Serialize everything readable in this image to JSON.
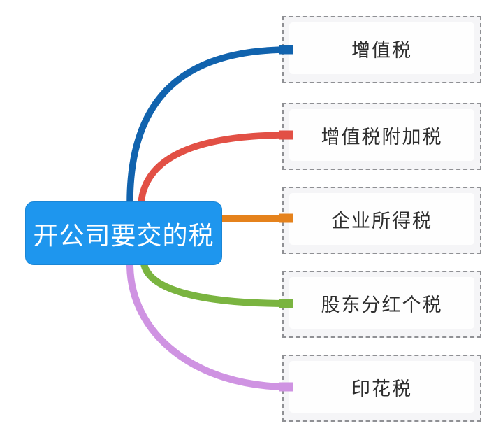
{
  "diagram": {
    "type": "mindmap",
    "root": {
      "label": "开公司要交的税",
      "bg_color": "#1e96ee",
      "text_color": "#ffffff"
    },
    "branches": [
      {
        "label": "增值税",
        "color": "#1163ae"
      },
      {
        "label": "增值税附加税",
        "color": "#e25045"
      },
      {
        "label": "企业所得税",
        "color": "#e5821c"
      },
      {
        "label": "股东分红个税",
        "color": "#7ab440"
      },
      {
        "label": "印花税",
        "color": "#cf93e2"
      }
    ],
    "leaf_style": {
      "border_color": "#8f9094",
      "inner_bg": "#fefefe",
      "text_color": "#2e2e2e"
    }
  }
}
